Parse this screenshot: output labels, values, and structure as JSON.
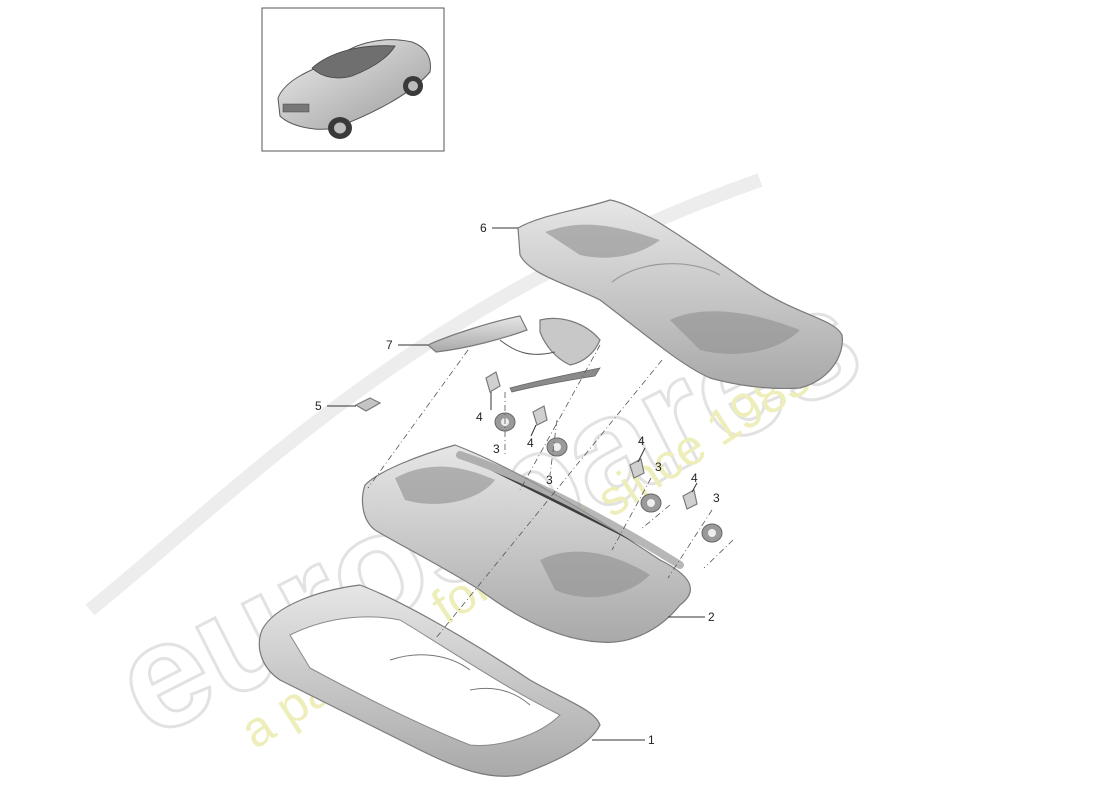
{
  "watermark": {
    "brand": "eurospares",
    "tagline": "a passion for parts since 1985"
  },
  "callouts": [
    {
      "id": "c1",
      "label": "1"
    },
    {
      "id": "c2",
      "label": "2"
    },
    {
      "id": "c3a",
      "label": "3"
    },
    {
      "id": "c3b",
      "label": "3"
    },
    {
      "id": "c3c",
      "label": "3"
    },
    {
      "id": "c3d",
      "label": "3"
    },
    {
      "id": "c4a",
      "label": "4"
    },
    {
      "id": "c4b",
      "label": "4"
    },
    {
      "id": "c4c",
      "label": "4"
    },
    {
      "id": "c4d",
      "label": "4"
    },
    {
      "id": "c5",
      "label": "5"
    },
    {
      "id": "c6",
      "label": "6"
    },
    {
      "id": "c7",
      "label": "7"
    }
  ],
  "colors": {
    "part_fill": "#d9d9d9",
    "part_shade": "#b5b5b5",
    "part_stroke": "#7a7a7a",
    "watermark_gray": "#e2e2e2",
    "watermark_yellow": "#eeeebb"
  }
}
